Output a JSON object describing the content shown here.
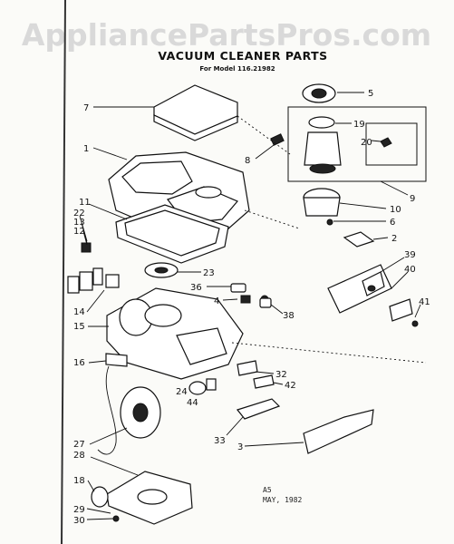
{
  "watermark": "AppliancePartsPros.com",
  "title": "VACUUM CLEANER PARTS",
  "model_line": "For Model 116.21982",
  "stamp_line1": "A5",
  "stamp_line2": "MAY, 1982",
  "callouts": {
    "c1": "1",
    "c2": "2",
    "c3": "3",
    "c5": "5",
    "c6": "6",
    "c7": "7",
    "c8": "8",
    "c9": "9",
    "c10": "10",
    "c11": "11",
    "c12": "12",
    "c13": "13",
    "c14": "14",
    "c15": "15",
    "c16": "16",
    "c18": "18",
    "c19": "19",
    "c20": "20",
    "c22": "22",
    "c23": "23",
    "c24": "24",
    "c27": "27",
    "c28": "28",
    "c29": "29",
    "c30": "30",
    "c32": "32",
    "c33": "33",
    "c36": "36",
    "c38": "38",
    "c39": "39",
    "c40": "40",
    "c41": "41",
    "c42": "42",
    "c44": "44",
    "c4": "4"
  }
}
